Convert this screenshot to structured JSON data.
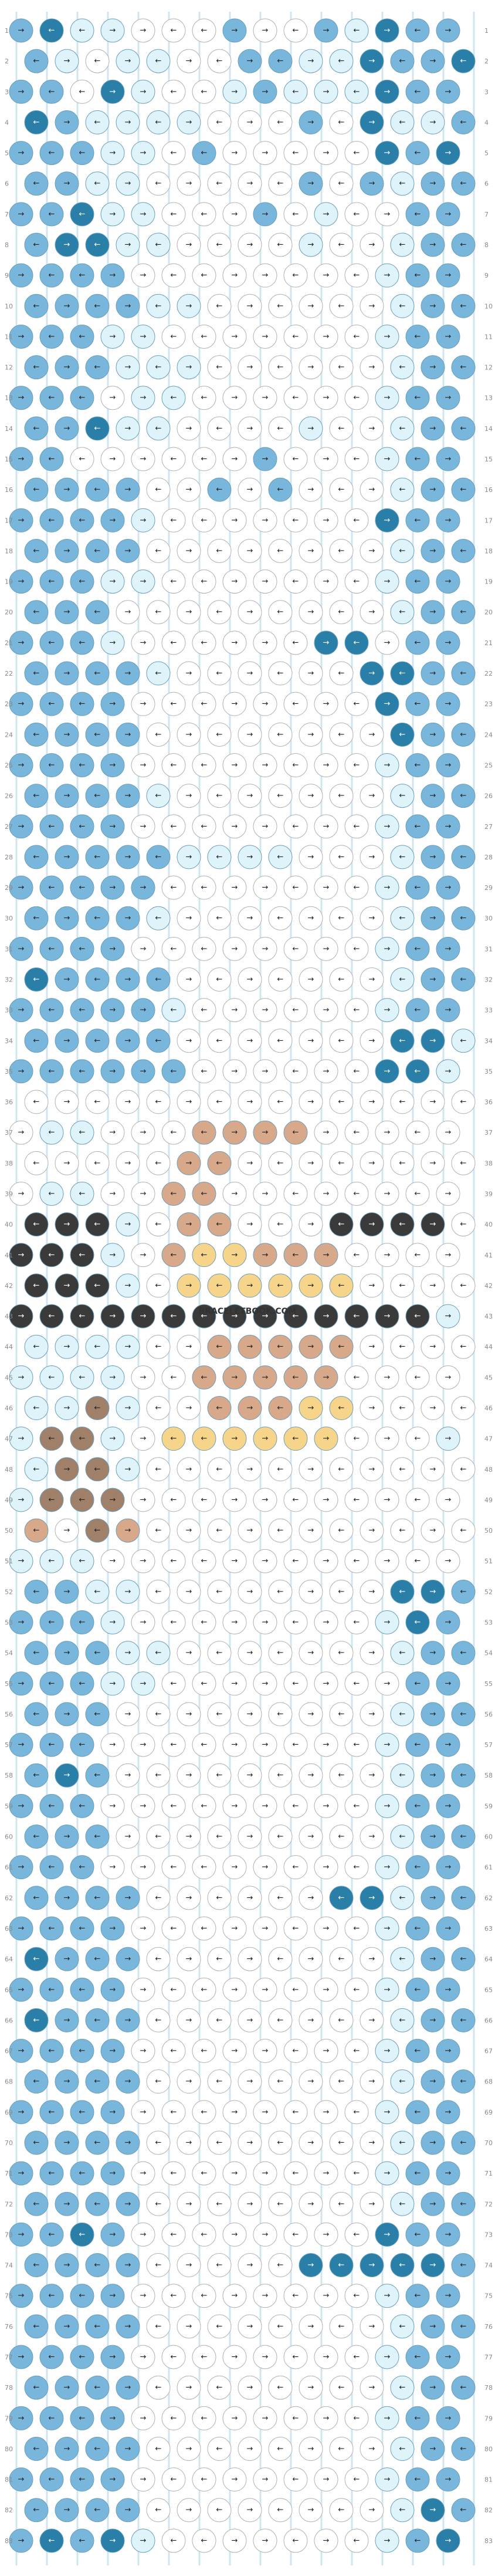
{
  "pattern": {
    "rows": 83,
    "knot_columns": 15,
    "watermark": "BRACELETBOOK.COM",
    "colors": {
      "A": "#78b7db",
      "B": "#2a7fa8",
      "C": "#ffffff",
      "D": "#dff3fb",
      "E": "#3a3a3a",
      "F": "#d7a98a",
      "G": "#f6d58a",
      "H": "#a1806a"
    },
    "color_names": {
      "A": "medium-blue",
      "B": "dark-blue",
      "C": "white",
      "D": "pale-blue",
      "E": "black",
      "F": "tan",
      "G": "yellow",
      "H": "brown"
    },
    "row_pattern": [
      "ABDDCCCACCADBAA",
      "ADCDDCCAADDBAAB",
      "AACBDCCDADDDBAA",
      "BADDDDCCCACBDDA",
      "AAADDCACCCCCBAB",
      "AADDCCCCCACADAA",
      "AABDDCCCACDCCAA",
      "ABBDDCCCCDCCDAA",
      "AAAACCCCCCCCDAA",
      "AAAADDCCCCCCDAA",
      "AAADDCCCCCCCDAA",
      "AAADDDCCCCCCDAA",
      "AAACDDCCCCCCDAA",
      "AABDDCCCCDCCDAA",
      "AACCCCCCACCCDAA",
      "AAAACCACACCCDAA",
      "AAAADCCCCCCCBAA",
      "AAAACCCCCCCCDAA",
      "AAADDCCCCCCCDAA",
      "AAACCCCCCCCCDAA",
      "AAADCCCCCCBBCAA",
      "AAAADCCCCCCBBAA",
      "AAAACCCCCCCCBAA",
      "AAAACCCCCCCCBAA",
      "AAAACCCCCCCCDAA",
      "AAAADCCCCCCCDAA",
      "AAAACCCCCCCCDAA",
      "AAAAADDDDCCCDAA",
      "AAAAACCCCCCCDAA",
      "AAAADCCCCCCCDAA",
      "AAAACCCCCCCCDAA",
      "BAAAACCCCCCCDAA",
      "AAAAADCCCCCCDAA",
      "AAAAACCCCCCCBBD",
      "AAAAAACCCCCCBBD",
      "CCCCCCCCCCCCCCC",
      "CDDCCCFFFFCCCCC",
      "CCCCCFFCCCCCCCC",
      "CDDCCFFCCCCCCCC",
      "EEEDCFFCCCEEEEC",
      "EEEDCFGGFFFCCCC",
      "EEEDCGGGGGGCCCC",
      "EEEEEEEEEEEEEED",
      "DDDDCCFFFFFCCCC",
      "DDDDCCFFFFFCCCC",
      "DDHDCCFFFGGCCCC",
      "DHHDCGGGGGGCCCD",
      "DHHDCCCCCCCCCCC",
      "DHHHCCCCCCCCCCC",
      "FCHFCCCCCCCCCCC",
      "DDDCCCCCCCCCCCC",
      "AADDCCCCCCCCBBA",
      "AAADCCCCCCCCDBA",
      "AAADDCCCCCCCDAA",
      "AAADDCCCCCCCCAA",
      "AAACCCCCCCCCDAA",
      "AAACCCCCCCCCDAA",
      "ABACCCCCCCCCDAA",
      "AAACCCCCCCCCDAA",
      "AAACCCCCCCCCDAA",
      "AAACCCCCCCCCDAA",
      "AAAACCCCCCBBDAA",
      "AAAACCCCCCCCDAA",
      "BAAACCCCCCCCDAA",
      "AAAACCCCCCCCDAA",
      "BAAACCCCCCCCDAA",
      "AAAACCCCCCCCDAA",
      "AAAACCCCCCCCDAA",
      "AAAACCCCCCCCDAA",
      "AAAACCCCCCCCDAA",
      "AAAACCCCCCCCDAA",
      "AAAACCCCCCCCDAA",
      "AABACCCCCCCCBAA",
      "AAAACCCCCBBBBBA",
      "AAAACCCCCCCCDAA",
      "AAAACCCCCCCCDAA",
      "AAAACCCCCCCCDAA",
      "AAAACCCCCCCCDAA",
      "AAAACCCCCCCCDAA",
      "AAAACCCCCCCCDAA",
      "AAAACCCCCCCCDAA",
      "AAAACCCCCCCCDBA",
      "ABABDCCCCCCCDAB"
    ],
    "arrow_pattern": [
      "→←←→→←←→→←→←→←→",
      "←→←→←→←→←→←→←→",
      "→←←→→←←→→←→←→←→",
      "←→←→←→←→←→←→←→",
      "→←←→→←←→→←→←→←→",
      "←→←→←→←→←→←→←→",
      "→←←→→←←→→←→←→←→",
      "←→←→←→←→←→←→←→"
    ]
  }
}
